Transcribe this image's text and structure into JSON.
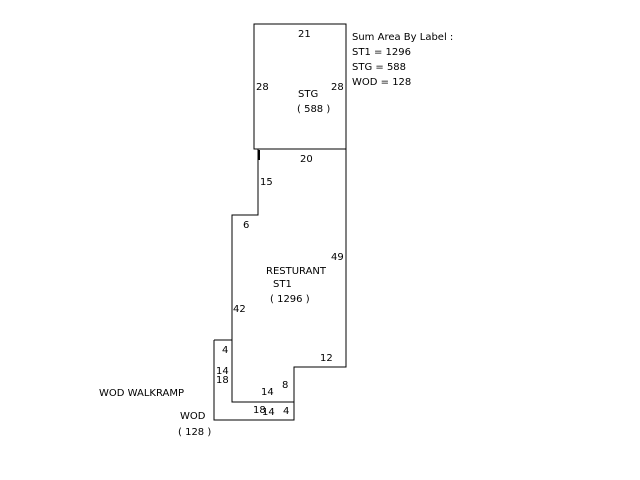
{
  "summary": {
    "heading": "Sum Area By Label :",
    "lines": [
      "ST1 = 1296",
      "STG = 588",
      "WOD = 128"
    ]
  },
  "areas": {
    "stg": {
      "label": "STG",
      "area": "( 588 )"
    },
    "restaurant": {
      "label": "RESTURANT",
      "code": "ST1",
      "area": "( 1296 )"
    },
    "wod": {
      "label": "WOD",
      "area": "( 128 )",
      "caption": "WOD WALKRAMP"
    }
  },
  "dimensions": {
    "stg_top": "21",
    "stg_left": "28",
    "stg_right": "28",
    "st1_top": "20",
    "st1_step_upper": "15",
    "st1_step_width": "6",
    "st1_right": "49",
    "st1_left": "42",
    "st1_notch_width": "12",
    "st1_notch_height": "8",
    "st1_bottom": "14",
    "wod_top": "4",
    "wod_left_a": "14",
    "wod_left_b": "18",
    "wod_bottom_a": "18",
    "wod_bottom_b": "14",
    "wod_right": "4"
  }
}
